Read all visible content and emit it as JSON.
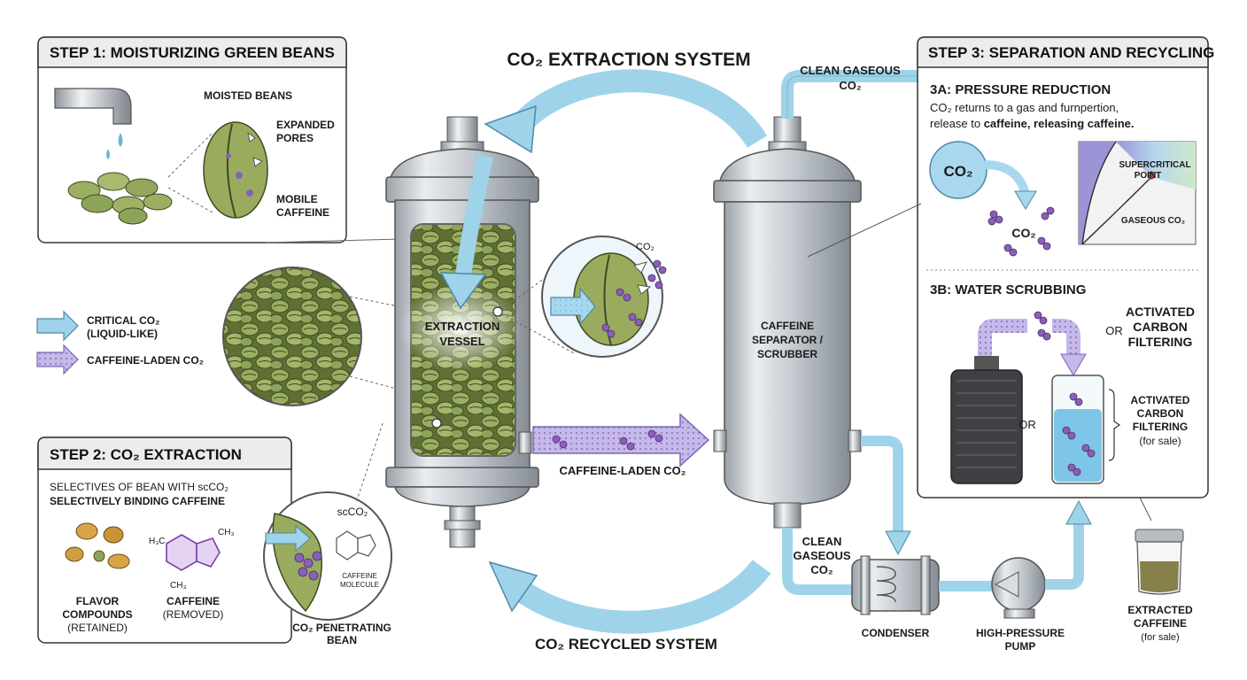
{
  "title": "CO₂ EXTRACTION SYSTEM",
  "bottom_title": "CO₂ RECYCLED SYSTEM",
  "colors": {
    "co2_stream": "#9fd3ea",
    "caffeine_stream": "#b9a7de",
    "bean_green": "#8ea35a",
    "caffeine_molecule": "#8a5fb8",
    "steel": "#c9ced3"
  },
  "step1": {
    "header": "STEP 1: MOISTURIZING GREEN BEANS",
    "moisted_beans": "MOISTED BEANS",
    "expanded_pores": [
      "EXPANDED",
      "PORES"
    ],
    "mobile_caffeine": [
      "MOBILE",
      "CAFFEINE"
    ]
  },
  "legend": {
    "critical_co2": [
      "CRITICAL CO₂",
      "(LIQUID-LIKE)"
    ],
    "caffeine_laden": "CAFFEINE-LADEN CO₂"
  },
  "step2": {
    "header": "STEP 2: CO₂ EXTRACTION",
    "desc_line1": "SELECTIVES OF BEAN WITH scCO₂",
    "desc_line2": "SELECTIVELY BINDING CAFFEINE",
    "flavor": [
      "FLAVOR",
      "COMPOUNDS",
      "(RETAINED)"
    ],
    "caffeine": [
      "CAFFEINE",
      "(REMOVED)"
    ],
    "penetrating": [
      "CO₂ PENETRATING",
      "BEAN"
    ],
    "scco2": "scCO₂",
    "molecule": [
      "CAFFEINE",
      "MOLECULE"
    ]
  },
  "vessel": {
    "label": [
      "EXTRACTION",
      "VESSEL"
    ],
    "zoom_co2": "CO₂"
  },
  "separator": {
    "label": [
      "CAFFEINE",
      "SEPARATOR /",
      "SCRUBBER"
    ]
  },
  "flows": {
    "caffeine_laden": "CAFFEINE-LADEN CO₂",
    "clean_gaseous_top": [
      "CLEAN GASEOUS",
      "CO₂"
    ],
    "clean_gaseous_bottom": [
      "CLEAN",
      "GASEOUS",
      "CO₂"
    ]
  },
  "equipment": {
    "condenser": "CONDENSER",
    "pump": [
      "HIGH-PRESSURE",
      "PUMP"
    ],
    "jar": [
      "EXTRACTED",
      "CAFFEINE",
      "(for sale)"
    ]
  },
  "step3": {
    "header": "STEP 3: SEPARATION AND RECYCLING",
    "a_header": "3A: PRESSURE REDUCTION",
    "a_desc1": "CO₂ returns to a gas and furnpertion,",
    "a_desc2_pre": "release to ",
    "a_desc2_bold": "caffeine, releasing caffeine.",
    "co2_bubble": "CO₂",
    "co2_small": "CO₂",
    "phase_super": [
      "SUPERCRITICAL",
      "POINT"
    ],
    "phase_gas": "GASEOUS CO₂",
    "b_header": "3B: WATER SCRUBBING",
    "or_top": "OR",
    "activated_top": [
      "ACTIVATED",
      "CARBON",
      "FILTERING"
    ],
    "or_mid": "OR",
    "activated_side": [
      "ACTIVATED",
      "CARBON",
      "FILTERING",
      "(for sale)"
    ]
  }
}
